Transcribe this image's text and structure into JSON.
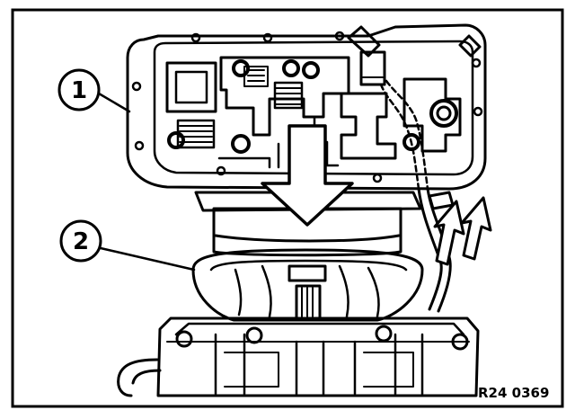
{
  "callouts": [
    {
      "label": "1"
    },
    {
      "label": "2"
    }
  ],
  "reference_code": "R24 0369",
  "colors": {
    "ink": "#000000",
    "paper": "#ffffff"
  }
}
